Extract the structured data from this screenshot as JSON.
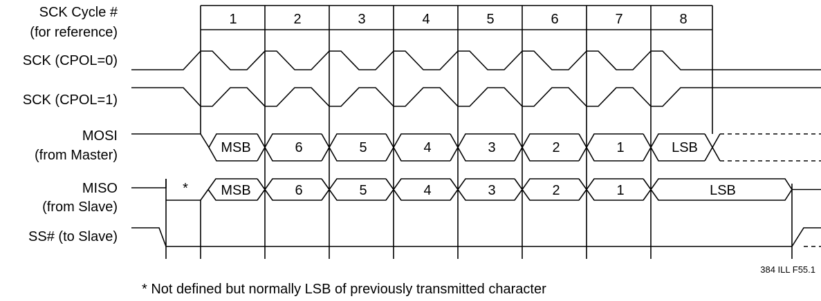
{
  "diagram": {
    "signal_labels": {
      "sck_cycle_line1": "SCK Cycle #",
      "sck_cycle_line2": "(for reference)",
      "sck_cpol0": "SCK (CPOL=0)",
      "sck_cpol1": "SCK (CPOL=1)",
      "mosi_line1": "MOSI",
      "mosi_line2": "(from Master)",
      "miso_line1": "MISO",
      "miso_line2": "(from Slave)",
      "ss": "SS# (to Slave)"
    },
    "cycle_numbers": [
      "1",
      "2",
      "3",
      "4",
      "5",
      "6",
      "7",
      "8"
    ],
    "mosi_bits": [
      "MSB",
      "6",
      "5",
      "4",
      "3",
      "2",
      "1",
      "LSB"
    ],
    "miso_bits": [
      "MSB",
      "6",
      "5",
      "4",
      "3",
      "2",
      "1",
      "LSB"
    ],
    "miso_undefined_marker": "*",
    "figure_ref": "384 ILL F55.1",
    "footnote": "* Not defined but normally LSB of previously transmitted character"
  }
}
